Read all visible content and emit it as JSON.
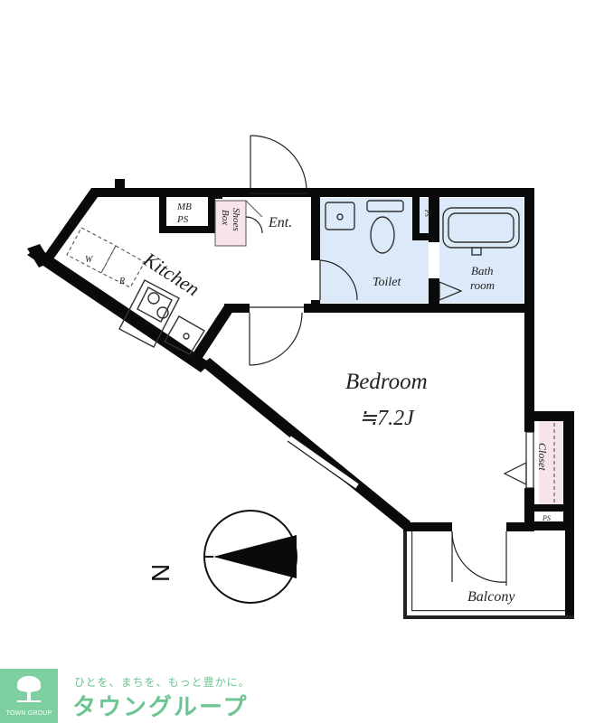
{
  "rooms": {
    "bedroom": "Bedroom",
    "bedroom_size": "≒7.2J",
    "kitchen": "Kitchen",
    "toilet": "Toilet",
    "bath_line1": "Bath",
    "bath_line2": "room",
    "balcony": "Balcony",
    "closet": "Closet",
    "entrance": "Ent.",
    "shoes_line1": "Shoes",
    "shoes_line2": "Box",
    "mb": "MB",
    "ps": "PS",
    "ps_small": "PS",
    "ps_vertical": "PS",
    "washer": "W",
    "fridge": "R"
  },
  "compass": {
    "north_label": "N"
  },
  "logo": {
    "tagline": "ひとを、まちを、もっと豊かに。",
    "brand": "タウングループ",
    "sub": "TOWN GROUP"
  },
  "colors": {
    "wet_area": "#dbe9f8",
    "closet_fill": "#f6e4ea",
    "logo_green": "#7ecfa0"
  }
}
